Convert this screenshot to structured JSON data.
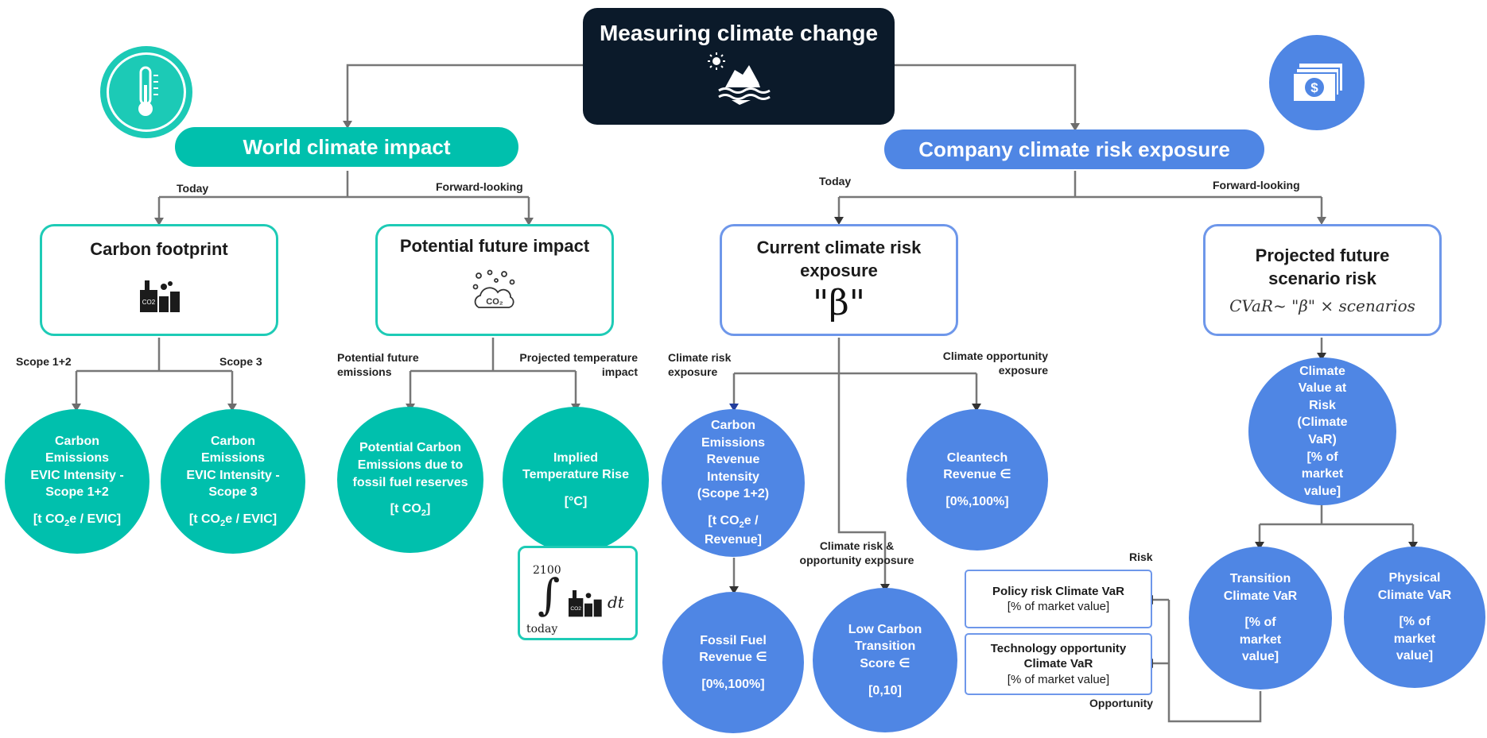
{
  "top": {
    "title": "Measuring climate change",
    "icon": "sun-iceberg-icon"
  },
  "left": {
    "title": "World climate impact",
    "icon": "thermometer-icon",
    "branch_today": "Today",
    "branch_forward": "Forward-looking",
    "carbon_footprint": {
      "title": "Carbon footprint",
      "icon": "factory-co2-icon",
      "label_scope12": "Scope 1+2",
      "label_scope3": "Scope 3",
      "circle_scope12": {
        "name": "Carbon Emissions EVIC Intensity - Scope 1+2",
        "unit_pre": "[t CO",
        "unit_sub": "2",
        "unit_post": "e / EVIC]"
      },
      "circle_scope3": {
        "name": "Carbon Emissions EVIC Intensity - Scope 3",
        "unit_pre": "[t CO",
        "unit_sub": "2",
        "unit_post": "e / EVIC]"
      }
    },
    "future_impact": {
      "title": "Potential future impact",
      "icon": "co2-cloud-icon",
      "label_emissions": "Potential future emissions",
      "label_temperature": "Projected temperature impact",
      "circle_emissions": {
        "name": "Potential Carbon Emissions due to fossil fuel reserves",
        "unit_pre": "[t CO",
        "unit_sub": "2",
        "unit_post": "]"
      },
      "circle_temperature": {
        "name": "Implied Temperature Rise",
        "unit": "[°C]"
      },
      "integral": {
        "upper": "2100",
        "lower": "today",
        "dt": "dt"
      }
    }
  },
  "right": {
    "title": "Company climate risk exposure",
    "icon": "money-icon",
    "branch_today": "Today",
    "branch_forward": "Forward-looking",
    "current": {
      "title": "Current climate risk exposure",
      "beta": "\"β\"",
      "label_risk": "Climate risk exposure",
      "label_opportunity": "Climate opportunity exposure",
      "label_both": "Climate risk & opportunity exposure",
      "circle_intensity": {
        "name": "Carbon Emissions Revenue Intensity (Scope 1+2)",
        "unit_pre": "[t CO",
        "unit_sub": "2",
        "unit_post": "e / Revenue]"
      },
      "circle_cleantech": {
        "name": "Cleantech Revenue ∈",
        "unit": "[0%,100%]"
      },
      "circle_fossil": {
        "name": "Fossil Fuel Revenue ∈",
        "unit": "[0%,100%]"
      },
      "circle_lowcarbon": {
        "name": "Low Carbon Transition Score ∈",
        "unit": "[0,10]"
      }
    },
    "projected": {
      "title": "Projected future scenario risk",
      "formula": "CVaR~ \"β\" × scenarios",
      "circle_cvar": {
        "name": "Climate Value at Risk (Climate VaR)",
        "unit": "[% of market value]"
      },
      "circle_transition": {
        "name": "Transition Climate VaR",
        "unit": "[% of market value]"
      },
      "circle_physical": {
        "name": "Physical Climate VaR",
        "unit": "[% of market value]"
      },
      "label_risk": "Risk",
      "label_opportunity": "Opportunity",
      "policy_box": {
        "bold": "Policy risk Climate VaR",
        "rest": "[% of market value]"
      },
      "tech_box": {
        "bold": "Technology opportunity Climate VaR",
        "rest": "[% of market value]"
      }
    }
  },
  "colors": {
    "teal": "#00c0ad",
    "blue": "#4f86e4",
    "navy": "#0b1a2a",
    "line": "#777777"
  }
}
